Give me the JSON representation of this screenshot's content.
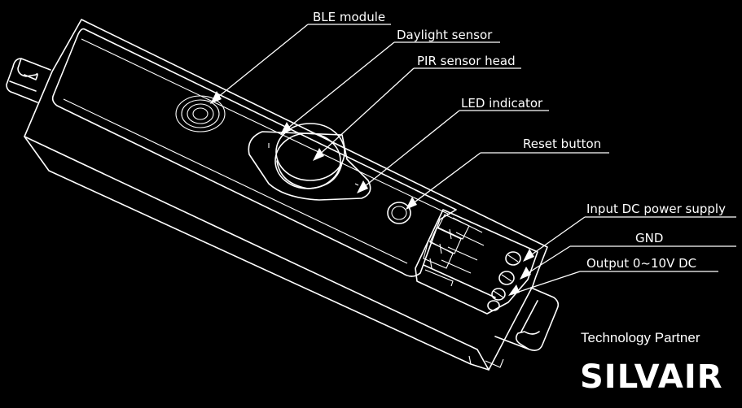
{
  "labels": {
    "ble_module": "BLE module",
    "daylight_sensor": "Daylight sensor",
    "pir_sensor_head": "PIR sensor head",
    "led_indicator": "LED indicator",
    "reset_button": "Reset button",
    "input_dc": "Input DC power supply",
    "gnd": "GND",
    "output": "Output 0~10V DC"
  },
  "branding": {
    "partner_text": "Technology Partner",
    "brand_name": "SILVAIR"
  },
  "colors": {
    "background": "#000000",
    "line": "#ffffff"
  }
}
